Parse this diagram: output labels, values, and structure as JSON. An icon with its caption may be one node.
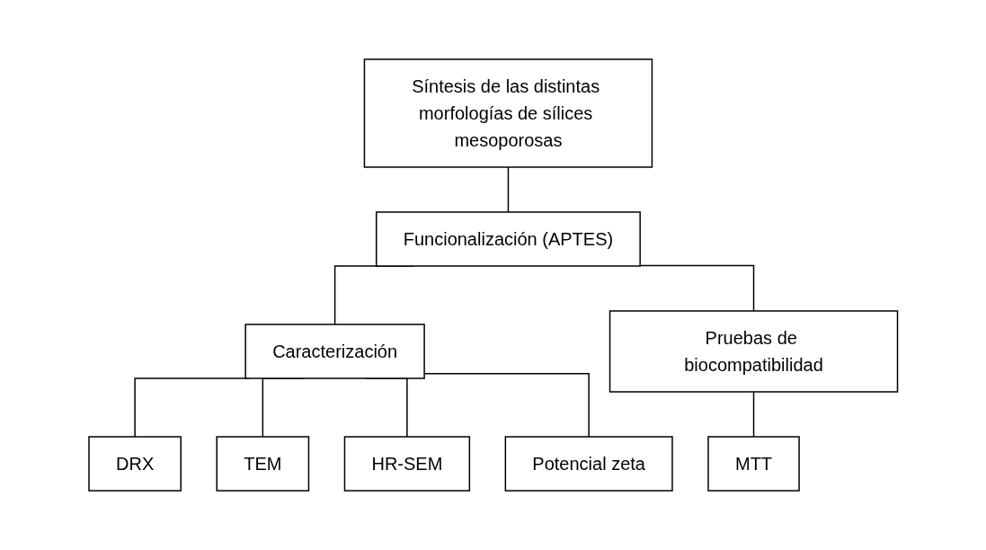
{
  "diagram": {
    "nodes": [
      {
        "text": [
          "Síntesis de las distintas morfologías de sílices mesoporosas"
        ]
      },
      {
        "text": [
          "Funcionalización (APTES)"
        ]
      },
      {
        "text": [
          "Caracterización"
        ]
      },
      {
        "text": [
          "Pruebas de biocompatibilidad"
        ]
      },
      {
        "text": [
          "DRX"
        ]
      },
      {
        "text": [
          "TEM"
        ]
      },
      {
        "text": [
          "HR-SEM"
        ]
      },
      {
        "text": [
          "Potencial zeta"
        ]
      },
      {
        "text": [
          "MTT"
        ]
      }
    ],
    "edges": [
      {
        "from": 0,
        "to": 1,
        "arrow": "none"
      },
      {
        "from": 1,
        "to": 2,
        "arrow": "none"
      },
      {
        "from": 1,
        "to": 3,
        "arrow": "none"
      },
      {
        "from": 2,
        "to": 4,
        "arrow": "none"
      },
      {
        "from": 2,
        "to": 5,
        "arrow": "none"
      },
      {
        "from": 2,
        "to": 6,
        "arrow": "none"
      },
      {
        "from": 2,
        "to": 7,
        "arrow": "none"
      },
      {
        "from": 3,
        "to": 8,
        "arrow": "none"
      }
    ]
  }
}
